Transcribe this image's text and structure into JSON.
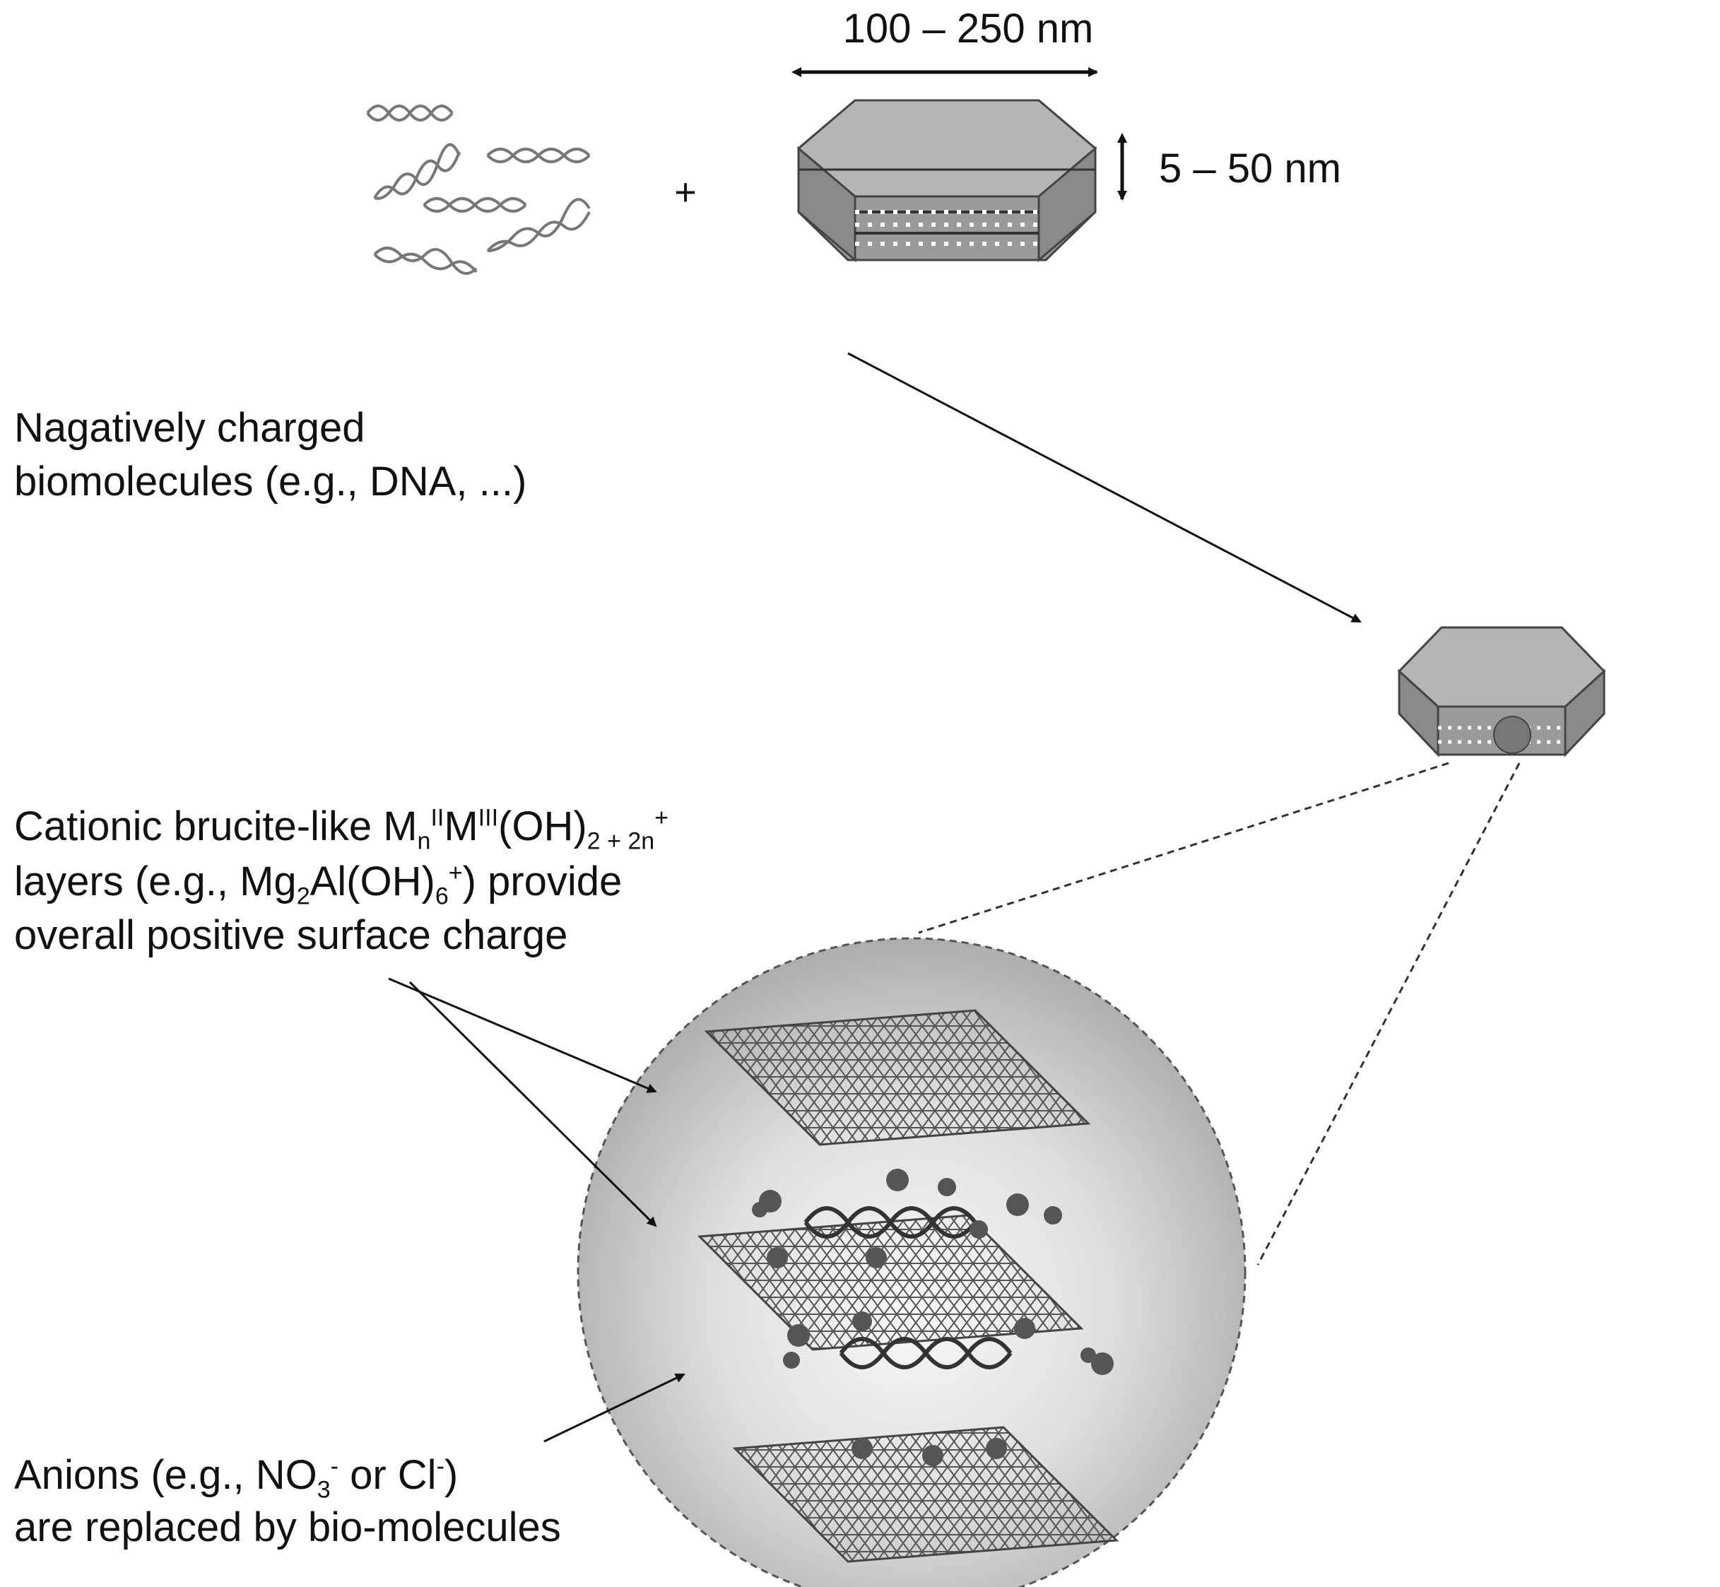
{
  "dimension_width": "100 – 250 nm",
  "dimension_height": "5 – 50 nm",
  "plus_sign": "+",
  "biomolecules_label": {
    "line1": "Nagatively charged",
    "line2": "biomolecules (e.g., DNA, ...)"
  },
  "cationic_label": {
    "line1_prefix": "Cationic brucite-like M",
    "line1_sub_n": "n",
    "line1_sup_II": "II",
    "line1_M": "M",
    "line1_sup_III": "III",
    "line1_oh": "(OH)",
    "line1_sub_2n": "2 + 2n",
    "line1_sup_plus": "+",
    "line2_prefix": "layers (e.g., Mg",
    "line2_sub_2": "2",
    "line2_al": "Al(OH)",
    "line2_sub_6": "6",
    "line2_sup_plus": "+",
    "line2_suffix": ") provide",
    "line3": "overall positive surface charge"
  },
  "anions_label": {
    "line1_prefix": "Anions (e.g., NO",
    "line1_sub_3": "3",
    "line1_sup_minus1": "-",
    "line1_mid": " or Cl",
    "line1_sup_minus2": "-",
    "line1_suffix": ")",
    "line2": "are replaced by bio-molecules"
  },
  "colors": {
    "ink": "#111111",
    "platelet_top": "#b5b5b5",
    "platelet_side": "#8c8c8c",
    "sphere_center": "#f7f7f7",
    "sphere_edge": "#b3b3b3"
  }
}
